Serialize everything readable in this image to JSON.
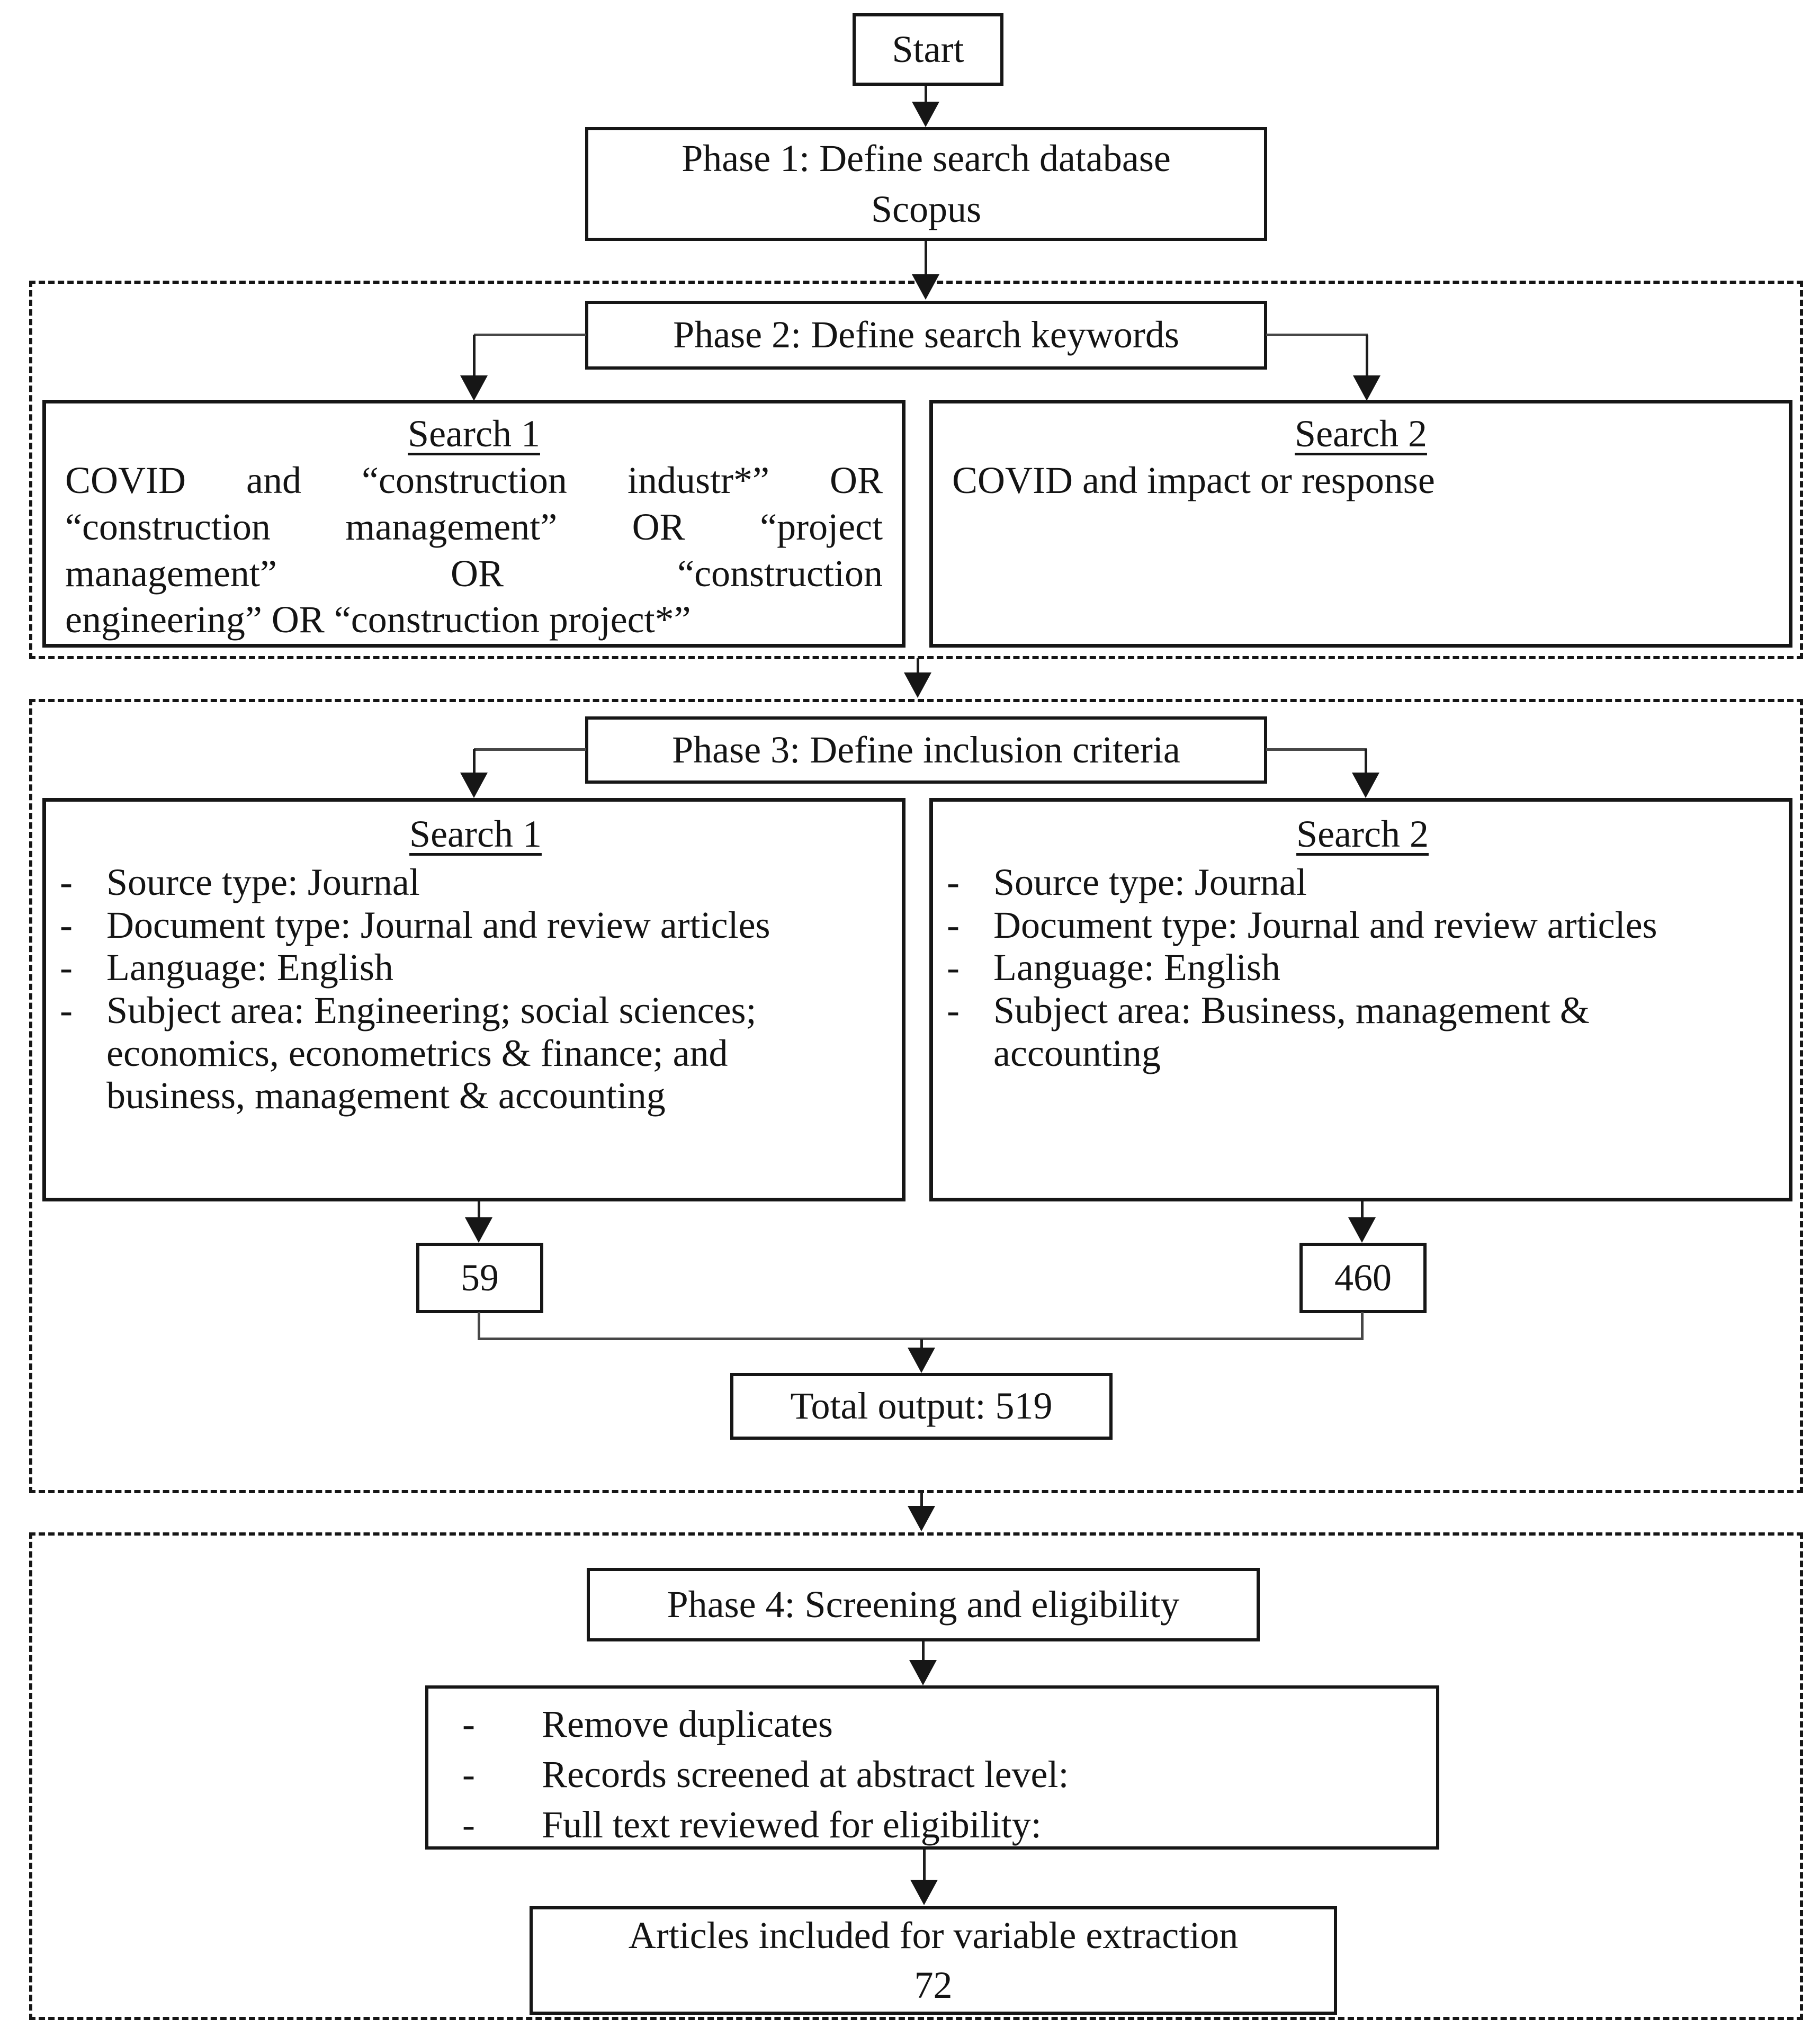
{
  "figure": {
    "bullet_marker": "-",
    "start_label": "Start",
    "phase1": {
      "title": "Phase 1: Define search database",
      "database": "Scopus"
    },
    "phase2": {
      "title": "Phase 2: Define search keywords",
      "search1": {
        "heading": "Search 1",
        "query_lines": [
          "COVID and “construction industr*” OR",
          "“construction management” OR “project",
          "management” OR “construction",
          "engineering” OR “construction project*”"
        ]
      },
      "search2": {
        "heading": "Search 2",
        "query": "COVID and impact or response"
      }
    },
    "phase3": {
      "title": "Phase 3: Define inclusion criteria",
      "search1": {
        "heading": "Search 1",
        "criteria": [
          "Source type: Journal",
          "Document type: Journal and review articles",
          "Language: English",
          "Subject area: Engineering; social sciences; economics, econometrics & finance; and business, management & accounting"
        ],
        "count": "59"
      },
      "search2": {
        "heading": "Search 2",
        "criteria": [
          "Source type: Journal",
          "Document type: Journal and review articles",
          "Language: English",
          "Subject area: Business, management & accounting"
        ],
        "count": "460"
      },
      "total": "Total output: 519"
    },
    "phase4": {
      "title": "Phase 4: Screening and eligibility",
      "steps": [
        "Remove duplicates",
        "Records screened at abstract level:",
        "Full text reviewed for eligibility:"
      ],
      "outcome": {
        "label": "Articles included for variable extraction",
        "count": "72"
      }
    },
    "colors": {
      "ink": "#161616",
      "background": "#ffffff",
      "connector": "#474747"
    }
  }
}
